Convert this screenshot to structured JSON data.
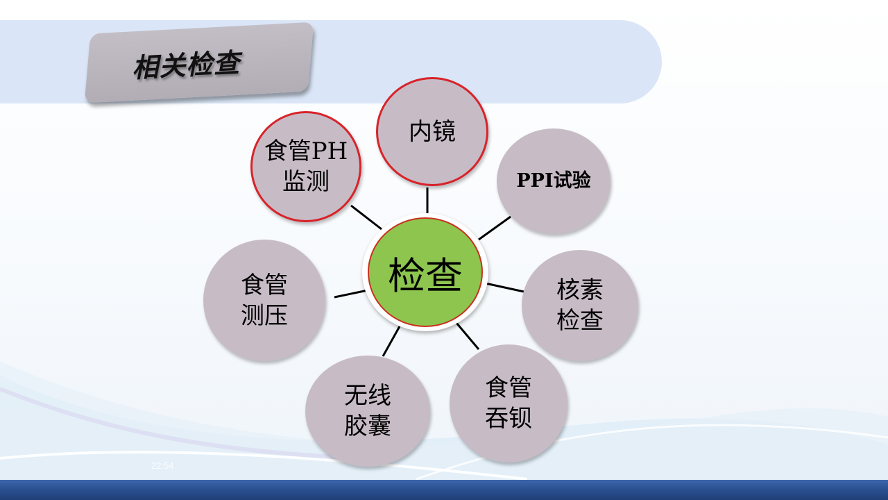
{
  "slide": {
    "title": "相关检查",
    "timestamp": "22:54"
  },
  "diagram": {
    "center": {
      "label": "检查",
      "fill": "#8dc54f",
      "border": "#c8301e"
    },
    "nodes": [
      {
        "id": "ph",
        "lines": [
          "食管PH",
          "监测"
        ],
        "highlighted": true
      },
      {
        "id": "endoscopy",
        "lines": [
          "内镜"
        ],
        "highlighted": true
      },
      {
        "id": "ppi",
        "lines": [
          "PPI试验"
        ],
        "highlighted": false
      },
      {
        "id": "nuclide",
        "lines": [
          "核素",
          "检查"
        ],
        "highlighted": false
      },
      {
        "id": "barium",
        "lines": [
          "食管",
          "吞钡"
        ],
        "highlighted": false
      },
      {
        "id": "capsule",
        "lines": [
          "无线",
          "胶囊"
        ],
        "highlighted": false
      },
      {
        "id": "manometry",
        "lines": [
          "食管",
          "测压"
        ],
        "highlighted": false
      }
    ],
    "colors": {
      "node_fill": "#c7bcc6",
      "highlight_border": "#d8232a",
      "connector": "#000000"
    }
  },
  "theme": {
    "banner": "#dae6f7",
    "footer": "#2a4f8f"
  }
}
